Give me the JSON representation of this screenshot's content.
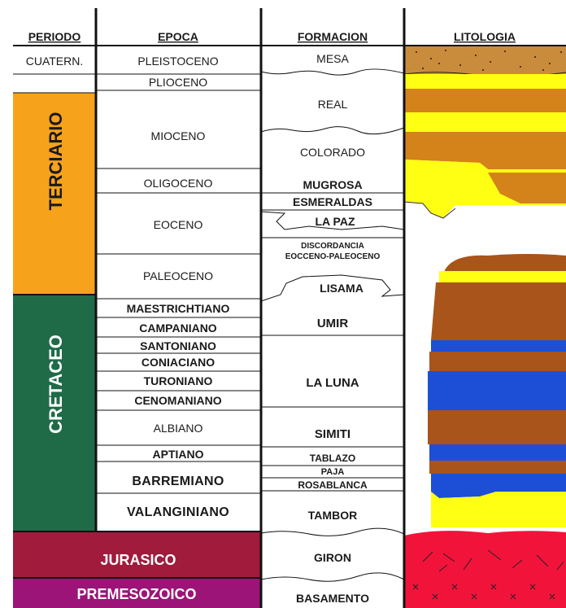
{
  "headers": {
    "periodo": "PERIODO",
    "epoca": "EPOCA",
    "formacion": "FORMACION",
    "litologia": "LITOLOGIA"
  },
  "periods": {
    "cuaternario": "CUATERN.",
    "terciario": "TERCIARIO",
    "cretaceo": "CRETACEO",
    "jurasico": "JURASICO",
    "premesozoico": "PREMESOZOICO"
  },
  "epochs": {
    "pleistoceno": "PLEISTOCENO",
    "plioceno": "PLIOCENO",
    "mioceno": "MIOCENO",
    "oligoceno": "OLIGOCENO",
    "eoceno": "EOCENO",
    "paleoceno": "PALEOCENO",
    "maestrichtiano": "MAESTRICHTIANO",
    "campaniano": "CAMPANIANO",
    "santoniano": "SANTONIANO",
    "coniaciano": "CONIACIANO",
    "turoniano": "TURONIANO",
    "cenomaniano": "CENOMANIANO",
    "albiano": "ALBIANO",
    "aptiano": "APTIANO",
    "barremiano": "BARREMIANO",
    "valanginiano": "VALANGINIANO"
  },
  "formations": {
    "mesa": "MESA",
    "real": "REAL",
    "colorado": "COLORADO",
    "mugrosa": "MUGROSA",
    "esmeraldas": "ESMERALDAS",
    "la_paz": "LA PAZ",
    "discordancia_1": "DISCORDANCIA",
    "discordancia_2": "EOCCENO-PALEOCENO",
    "lisama": "LISAMA",
    "umir": "UMIR",
    "la_luna": "LA LUNA",
    "simiti": "SIMITI",
    "tablazo": "TABLAZO",
    "paja": "PAJA",
    "rosablanca": "ROSABLANCA",
    "tambor": "TAMBOR",
    "giron": "GIRON",
    "basamento": "BASAMENTO"
  },
  "colors": {
    "terciario": "#f7a21b",
    "cretaceo": "#1f6b47",
    "jurasico": "#a01b3c",
    "premesozoico": "#9c1477",
    "lith_brown": "#a9541a",
    "lith_orange": "#d4821a",
    "lith_yellow": "#ffff14",
    "lith_blue": "#1d4fd6",
    "lith_red": "#f2133b",
    "lith_sand": "#c98c3c"
  }
}
